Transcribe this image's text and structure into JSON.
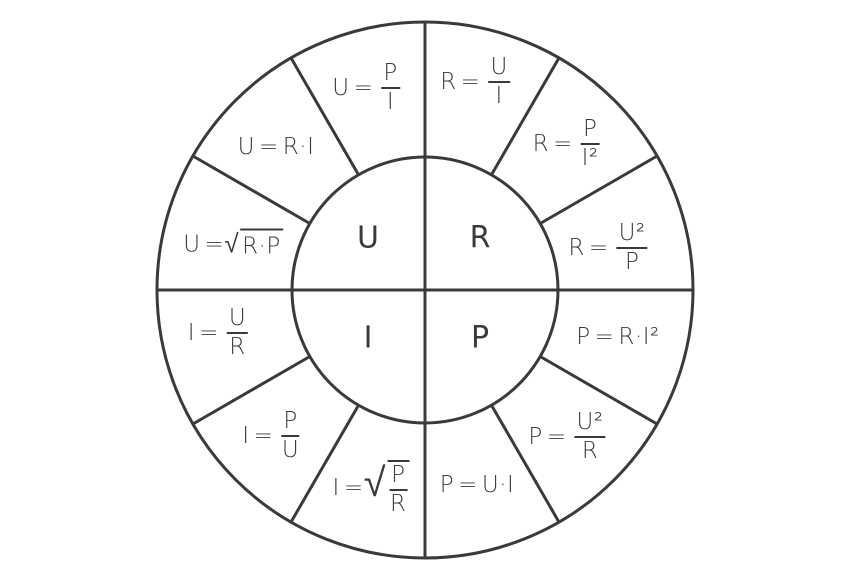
{
  "center": {
    "U": "U",
    "R": "R",
    "I": "I",
    "P": "P"
  },
  "formulas": {
    "U": [
      {
        "lhs": "U",
        "eq": "=",
        "num": "P",
        "den": "I"
      },
      {
        "lhs": "U",
        "eq": "=",
        "rhs": "R·I"
      },
      {
        "lhs": "U",
        "eq": "=",
        "sqrt": "R·P"
      }
    ],
    "R": [
      {
        "lhs": "R",
        "eq": "=",
        "num": "U",
        "den": "I"
      },
      {
        "lhs": "R",
        "eq": "=",
        "num": "P",
        "den": "I²"
      },
      {
        "lhs": "R",
        "eq": "=",
        "num": "U²",
        "den": "P"
      }
    ],
    "P": [
      {
        "lhs": "P",
        "eq": "=",
        "rhs": "R·I²"
      },
      {
        "lhs": "P",
        "eq": "=",
        "num": "U²",
        "den": "R"
      },
      {
        "lhs": "P",
        "eq": "=",
        "rhs": "U·I"
      }
    ],
    "I": [
      {
        "lhs": "I",
        "eq": "=",
        "num": "U",
        "den": "R"
      },
      {
        "lhs": "I",
        "eq": "=",
        "num": "P",
        "den": "U"
      },
      {
        "lhs": "I",
        "eq": "=",
        "sqrt_num": "P",
        "sqrt_den": "R"
      }
    ]
  },
  "colors": {
    "line": "#3a3a3a",
    "background": "#ffffff"
  }
}
